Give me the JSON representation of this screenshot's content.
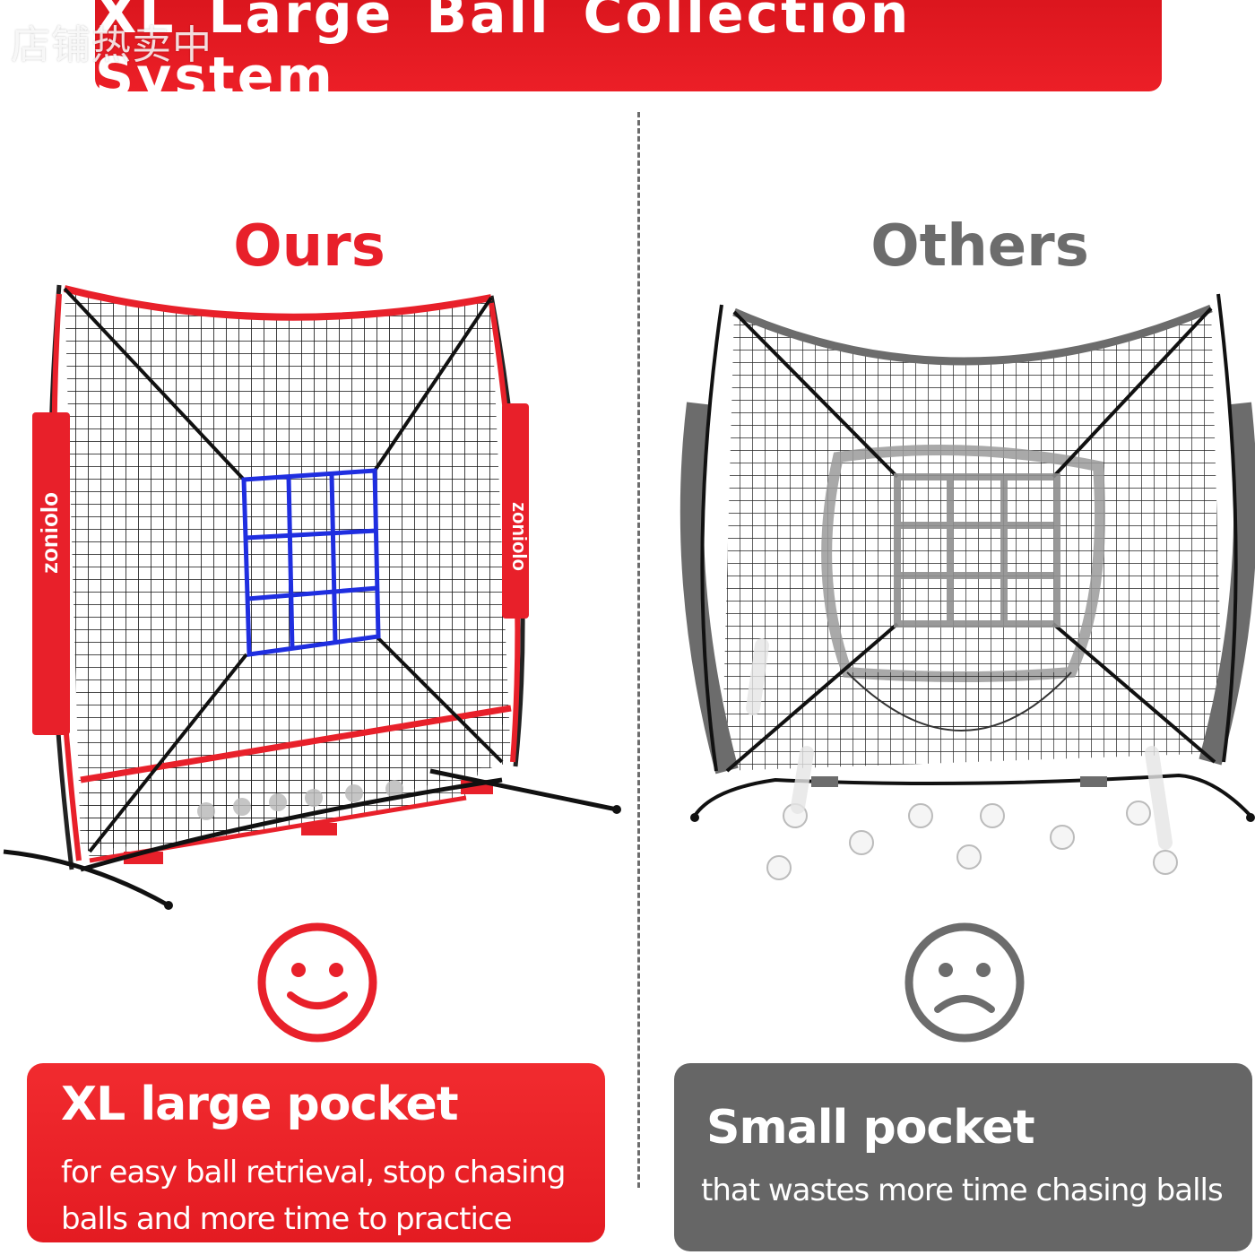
{
  "watermark": "店铺热卖中",
  "banner": {
    "title": "XL Large Ball Collection System"
  },
  "ours": {
    "heading": "Ours",
    "brand": "zoniolo",
    "card": {
      "title": "XL large pocket",
      "line1": "for easy ball retrieval, stop chasing",
      "line2": "balls and more time to practice"
    },
    "face_icon": "smiley-face-icon"
  },
  "others": {
    "heading": "Others",
    "card": {
      "title": "Small pocket",
      "line1": "that wastes more time chasing balls"
    },
    "face_icon": "sad-face-icon"
  },
  "colors": {
    "red": "#e8202a",
    "grey": "#6c6c6c",
    "target_blue": "#1f2ee0",
    "net_black": "#111111"
  }
}
